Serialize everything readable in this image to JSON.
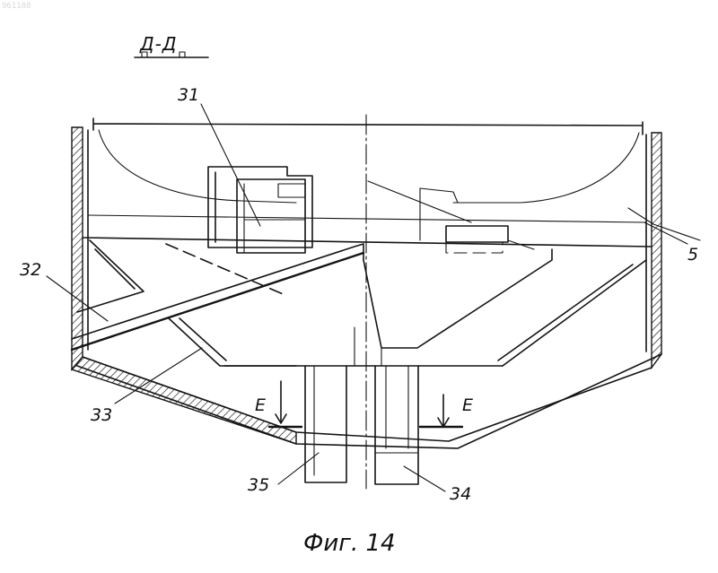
{
  "doc_number": "961188",
  "section_label": "Д-Д",
  "caption": "Фиг. 14",
  "callouts": {
    "c31": "31",
    "c32": "32",
    "c33": "33",
    "c34": "34",
    "c35": "35",
    "c5": "5",
    "e_left": "E",
    "e_right": "E"
  }
}
